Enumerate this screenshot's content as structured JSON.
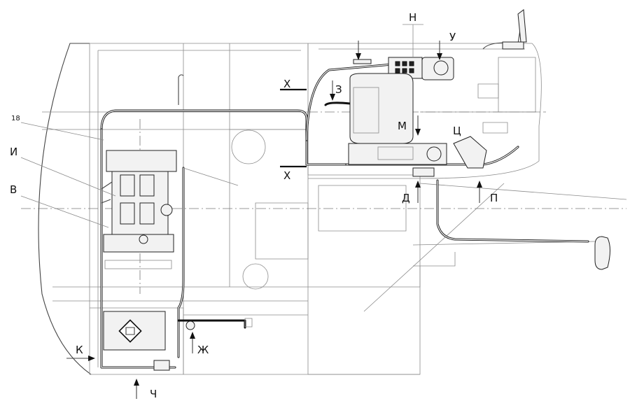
{
  "callouts": {
    "item_18": "18",
    "I": "И",
    "V": "В",
    "N": "Н",
    "U": "У",
    "Z": "З",
    "X_top": "Х",
    "X_bottom": "Х",
    "M": "М",
    "Ts": "Ц",
    "D": "Д",
    "P": "П",
    "K": "К",
    "Zh": "Ж",
    "Ch": "Ч"
  }
}
